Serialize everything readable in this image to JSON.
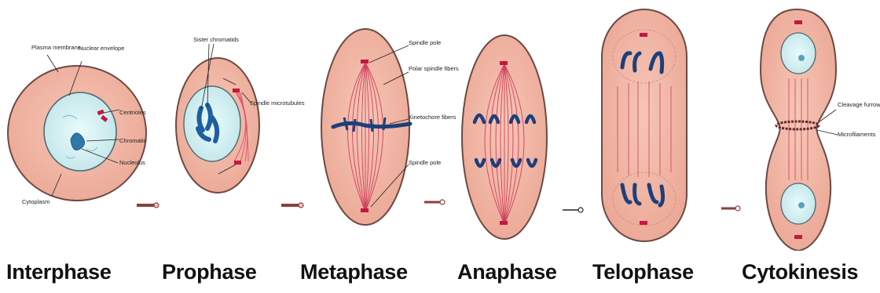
{
  "colors": {
    "cytoplasm": "#f0b3a2",
    "outline": "#6a4a44",
    "nucleus": "#d7f0f0",
    "chromatin": "#2f78a8",
    "chromosome": "#1d3f7a",
    "spindle": "#d2405f",
    "arrow": "#7a3b3b"
  },
  "stages": [
    {
      "name": "Interphase",
      "icons": [
        "cell-icon",
        "nucleus-icon",
        "centriole-icon"
      ],
      "labels": [
        "Plasma membrane",
        "Nuclear envelope",
        "Centrioles",
        "Chromatin",
        "Nucleolus",
        "Cytoplasm"
      ]
    },
    {
      "name": "Prophase",
      "icons": [
        "cell-icon",
        "chromosome-icon",
        "spindle-icon"
      ],
      "labels": [
        "Sister chromatids",
        "Spindle microtubules"
      ]
    },
    {
      "name": "Metaphase",
      "icons": [
        "cell-icon",
        "spindle-icon",
        "chromosome-icon"
      ],
      "labels": [
        "Spindle pole",
        "Polar spindle fibers",
        "Kinetochore fibers",
        "Spindle pole"
      ]
    },
    {
      "name": "Anaphase",
      "icons": [
        "cell-icon",
        "spindle-icon",
        "chromosome-icon"
      ],
      "labels": []
    },
    {
      "name": "Telophase",
      "icons": [
        "cell-icon",
        "spindle-icon",
        "chromosome-icon"
      ],
      "labels": []
    },
    {
      "name": "Cytokinesis",
      "icons": [
        "cell-icon",
        "nucleus-icon",
        "cleavage-icon"
      ],
      "labels": [
        "Cleavage furrow",
        "Microfilaments"
      ]
    }
  ],
  "arrows": [
    "arrow-icon",
    "arrow-icon",
    "arrow-icon",
    "arrow-icon",
    "arrow-icon"
  ]
}
